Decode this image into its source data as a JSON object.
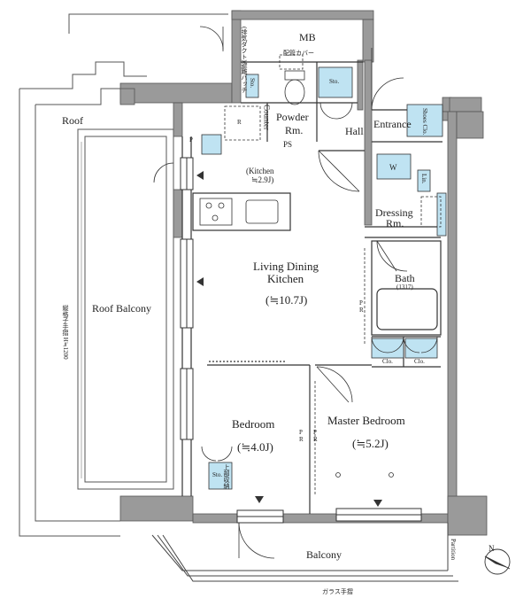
{
  "plan": {
    "rooms": {
      "roof": "Roof",
      "roof_balcony": "Roof Balcony",
      "mb": "MB",
      "powder_rm_line1": "Powder",
      "powder_rm_line2": "Rm.",
      "ps": "PS",
      "counter": "Counter",
      "hall": "Hall",
      "entrance": "Entrance",
      "shoes_cl": "Shoes Clo.",
      "sto_upper": "Sto.",
      "sto_wall": "Sto.",
      "lin": "Lin.",
      "w": "W",
      "r": "R",
      "p": "P",
      "kitchen_line1": "(Kitchen",
      "kitchen_line2": "≒2.9J)",
      "dressing_line1": "Dressing",
      "dressing_line2": "Rm.",
      "ldk_line1": "Living Dining",
      "ldk_line2": "Kitchen",
      "ldk_size": "(≒10.7J)",
      "bath": "Bath",
      "bath_size": "(1317)",
      "clo_left": "Clo.",
      "clo_right": "Clo.",
      "bedroom": "Bedroom",
      "bedroom_size": "(≒4.0J)",
      "master_bedroom": "Master Bedroom",
      "master_size": "(≒5.2J)",
      "sto_bed": "Sto.",
      "balcony": "Balcony",
      "partition": "Partition",
      "pipe_cover_jp": "配管カバー",
      "glass_rail_jp": "ガラス手摺",
      "railing_jp": "縦格子手摺 H≒1200",
      "meter_jp": "(排気ダクト)避難ハッチ",
      "pr_1": "P\nR",
      "pr_2": "P\nR",
      "pr_3": "P\nR",
      "sto_bed_jp": "上部収納"
    },
    "compass": {
      "north_label": "N"
    },
    "colors": {
      "wall": "#9a9a9a",
      "fixture_fill": "#bfe3f2",
      "line": "#333333"
    }
  }
}
